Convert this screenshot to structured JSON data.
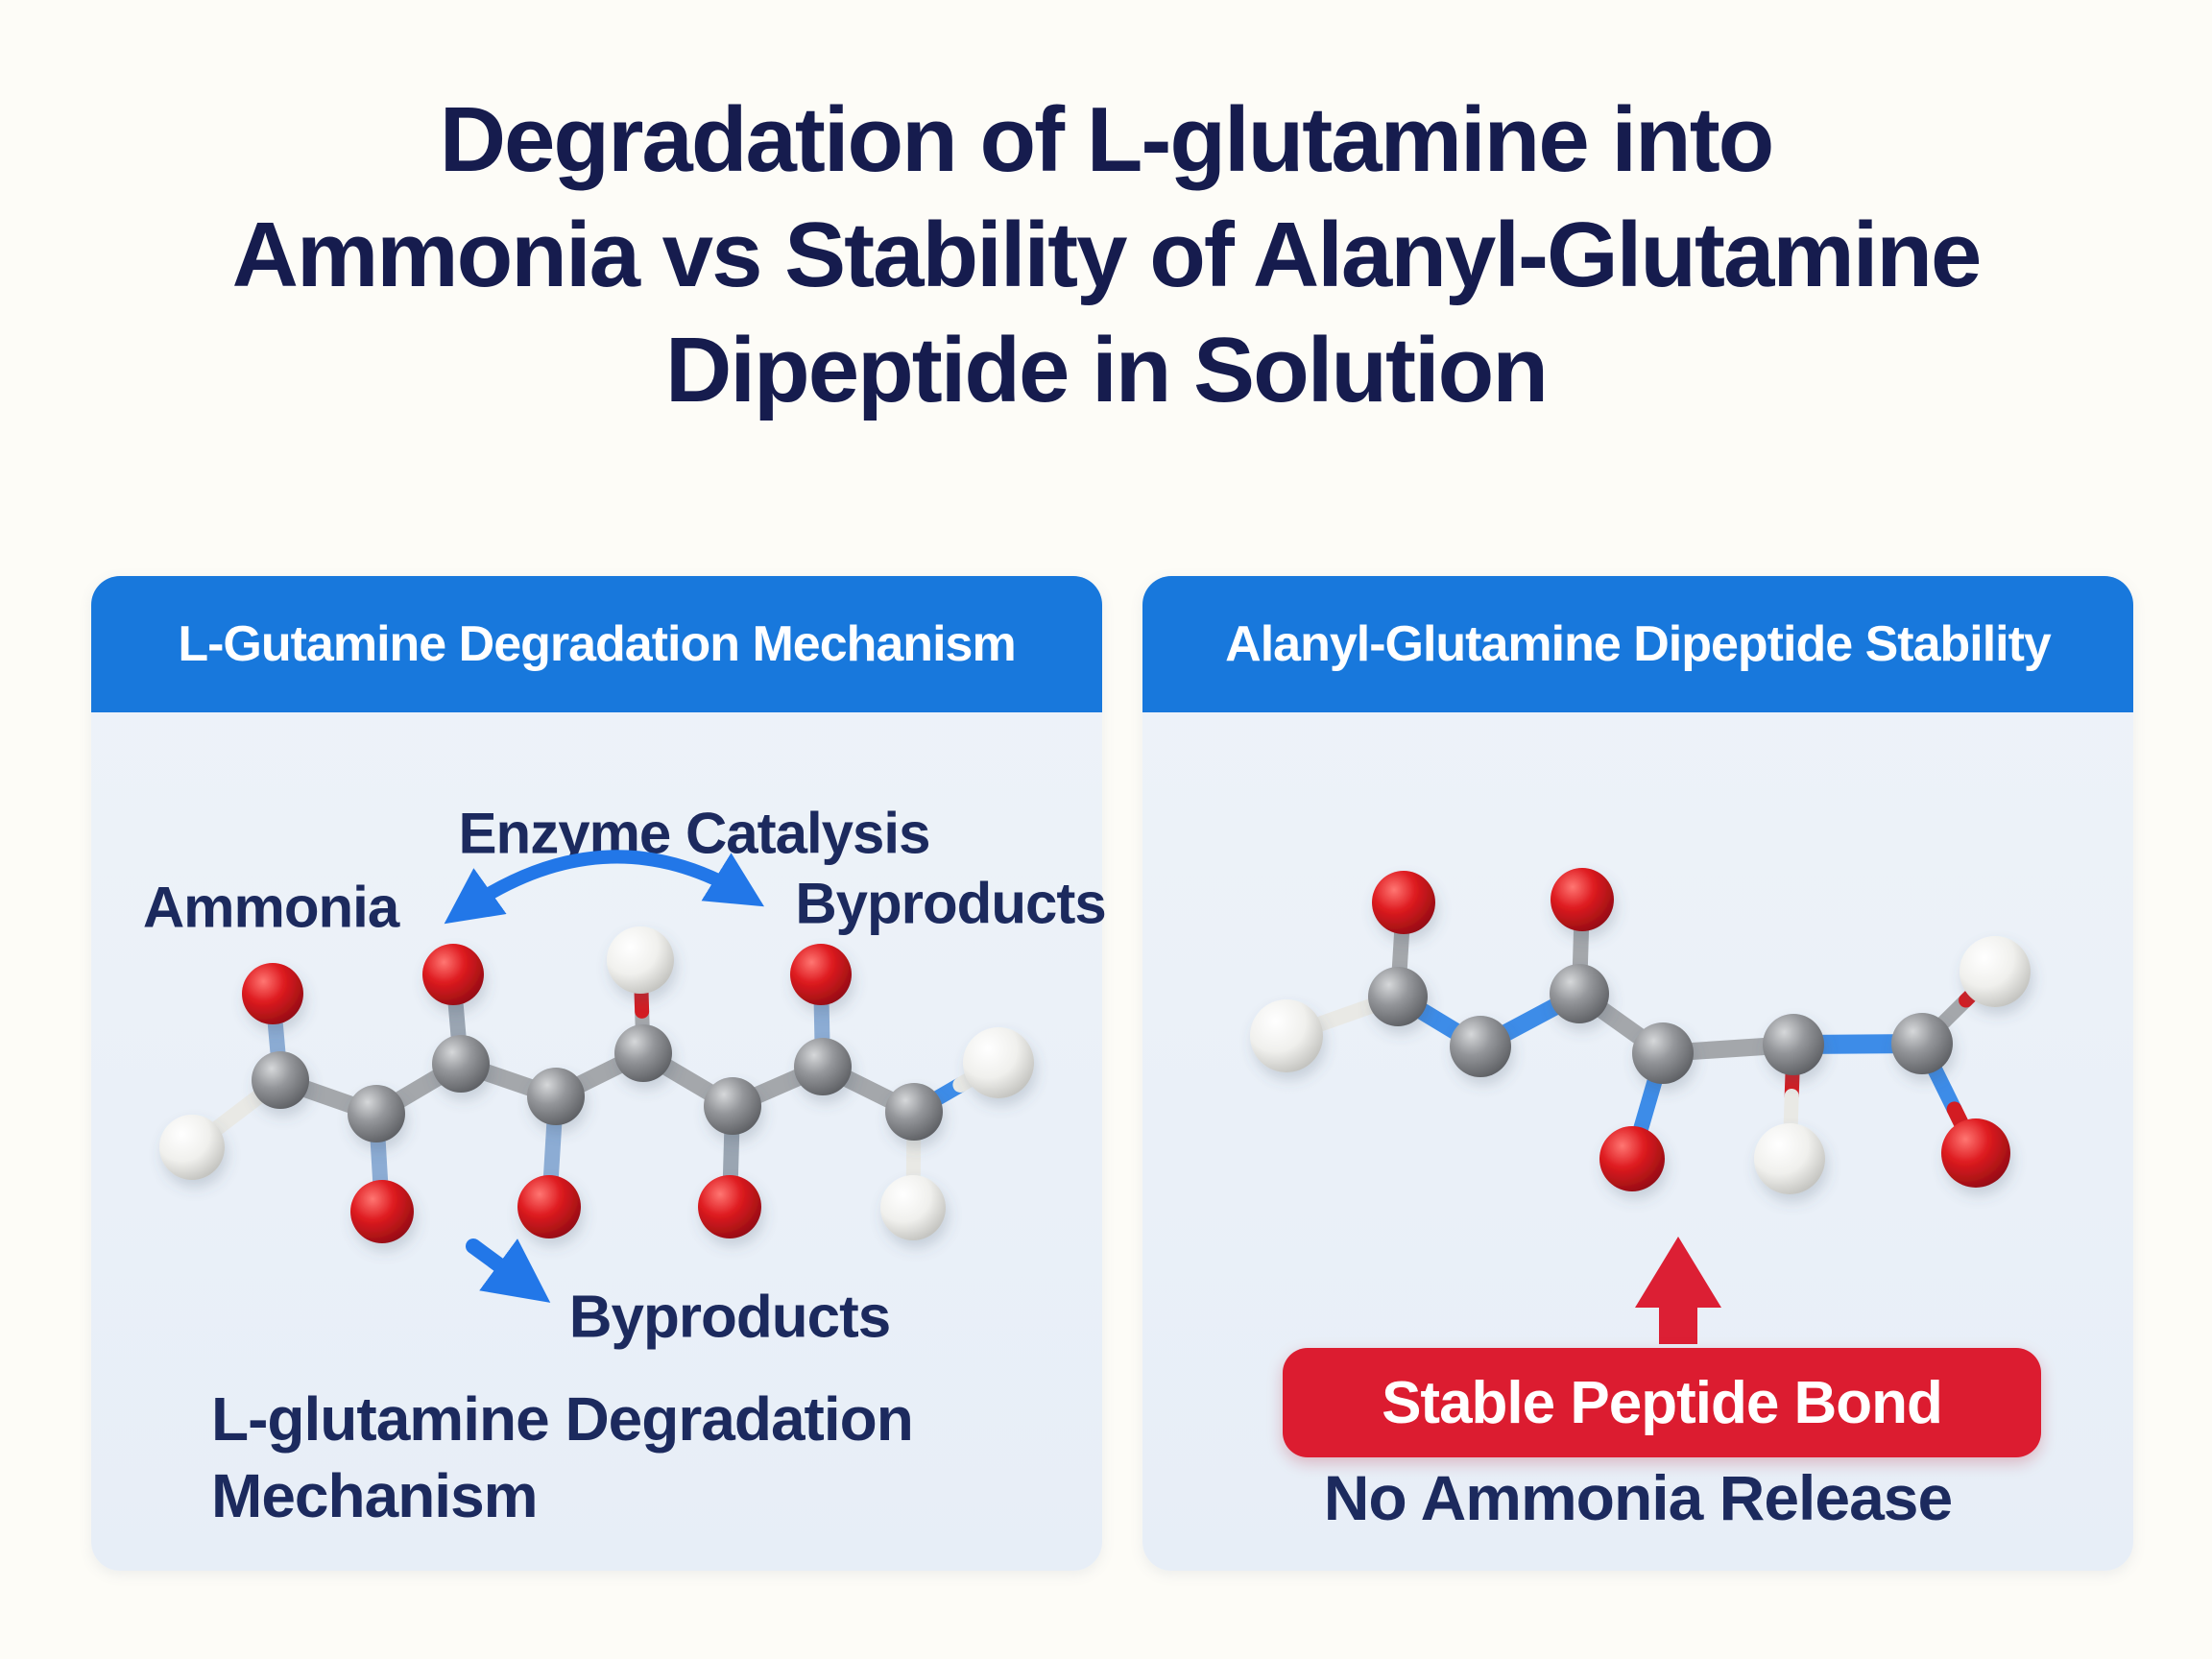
{
  "title": {
    "line1": "Degradation of L-glutamine into",
    "line2": "Ammonia vs Stability of Alanyl-Glutamine",
    "line3": "Dipeptide in Solution"
  },
  "left_panel": {
    "header": "L-Gutamine Degradation Mechanism",
    "enzyme_label": "Enzyme Catalysis",
    "ammonia_label": "Ammonia",
    "byproducts_top_label": "Byproducts",
    "byproducts_bottom_label": "Byproducts",
    "caption_line1": "L-glutamine Degradation",
    "caption_line2": "Mechanism"
  },
  "right_panel": {
    "header": "Alanyl-Glutamine Dipeptide Stability",
    "badge_label": "Stable Peptide Bond",
    "subtext": "No Ammonia Release"
  },
  "colors": {
    "page_bg": "#fdfcf7",
    "navy": "#161c4e",
    "label_navy": "#1c2a5e",
    "header_blue": "#1878dc",
    "arrow_blue": "#2277e8",
    "red": "#dc1c30",
    "bond_gray": "#a4a7ab",
    "bond_gray_blue": "#9aa5b2",
    "bond_steel": "#8cacd4",
    "bond_blue": "#3d8ce8",
    "bond_white": "#e9e9e5",
    "bond_red": "#d31c22"
  }
}
